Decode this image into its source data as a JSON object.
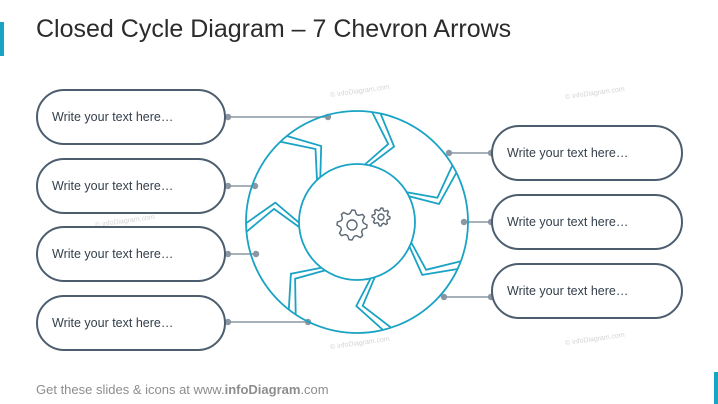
{
  "title": "Closed Cycle Diagram – 7 Chevron Arrows",
  "boxes": {
    "left": [
      "Write your text here…",
      "Write your text here…",
      "Write your text here…",
      "Write your text here…"
    ],
    "right": [
      "Write your text here…",
      "Write your text here…",
      "Write your text here…"
    ]
  },
  "footer": {
    "prefix": "Get these slides & icons at www.",
    "brand": "infoDiagram",
    "suffix": ".com"
  },
  "watermark": "© infoDiagram.com",
  "colors": {
    "accent": "#1aa3c4",
    "box_border": "#4c5d6e",
    "connector": "#8a97a3",
    "gear": "#5a6672"
  },
  "center_icon": "gears-icon"
}
